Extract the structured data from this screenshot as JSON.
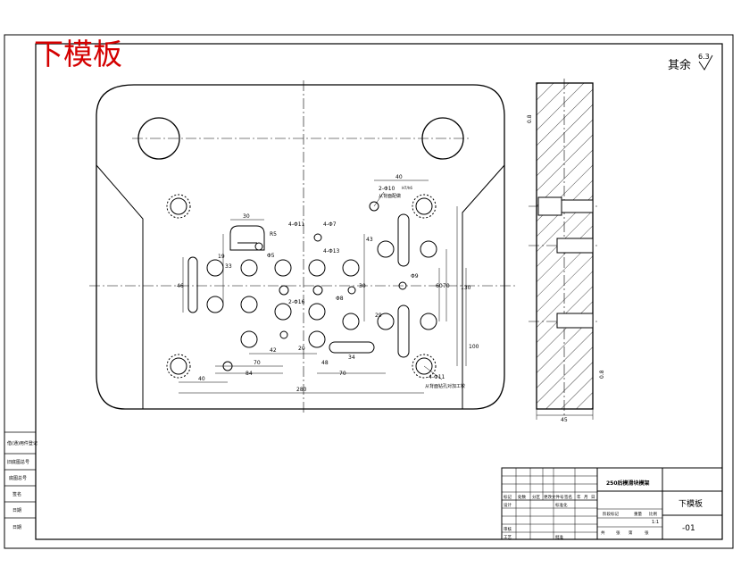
{
  "sheet_title": "下模板",
  "surface_finish_note": "其余",
  "surface_finish_value": "6.3",
  "side_view": {
    "roughness_top": "0.8",
    "roughness_bottom": "0.8",
    "thickness": "45"
  },
  "plan_dims": {
    "top_40": "40",
    "top_30": "30",
    "hole_note_1": "4-Φ11",
    "hole_note_2": "4-Φ7",
    "hole_note_3": "4-Φ13",
    "hole_note_4": "2-Φ10",
    "hole_note_4b": "H7/h6",
    "hole_note_5": "2-Φ16",
    "hole_note_6": "Φ9",
    "hole_note_7": "Φ8",
    "hole_note_8": "Φ5",
    "small_r": "R5",
    "left_46": "46",
    "v_19": "19",
    "v_33": "33",
    "v_43": "43",
    "v_30": "30",
    "v_29": "29",
    "v_60": "60",
    "v_70": "70",
    "v_130": "130",
    "v_100": "100",
    "v_34": "34",
    "v_20": "20",
    "h_42": "42",
    "h_48": "48",
    "h_70a": "70",
    "h_70b": "70",
    "h_84": "84",
    "h_40": "40",
    "h_280": "280",
    "bottom_note": "4-Φ11",
    "bottom_note_sub": "从背面钻孔对加工铰",
    "top_note_sub": "从背面配做"
  },
  "left_strip": {
    "cells": [
      "借(通)用件登记",
      "旧底图总号",
      "底图总号",
      "签名",
      "日期",
      "日期"
    ]
  },
  "title_block": {
    "company": "250后模滑块模架",
    "part_name": "下模板",
    "drawing_no": "-01",
    "scale": "1:1",
    "header_labels": [
      "标记",
      "处数",
      "分区",
      "更改文件号",
      "签名",
      "年",
      "月",
      "日"
    ],
    "role_labels": [
      "设计",
      "标准化",
      "审核",
      "工艺",
      "批准"
    ],
    "sub_labels": [
      "阶段标记",
      "重量",
      "比例"
    ],
    "sheet_labels": [
      "共",
      "张",
      "第",
      "张"
    ]
  }
}
